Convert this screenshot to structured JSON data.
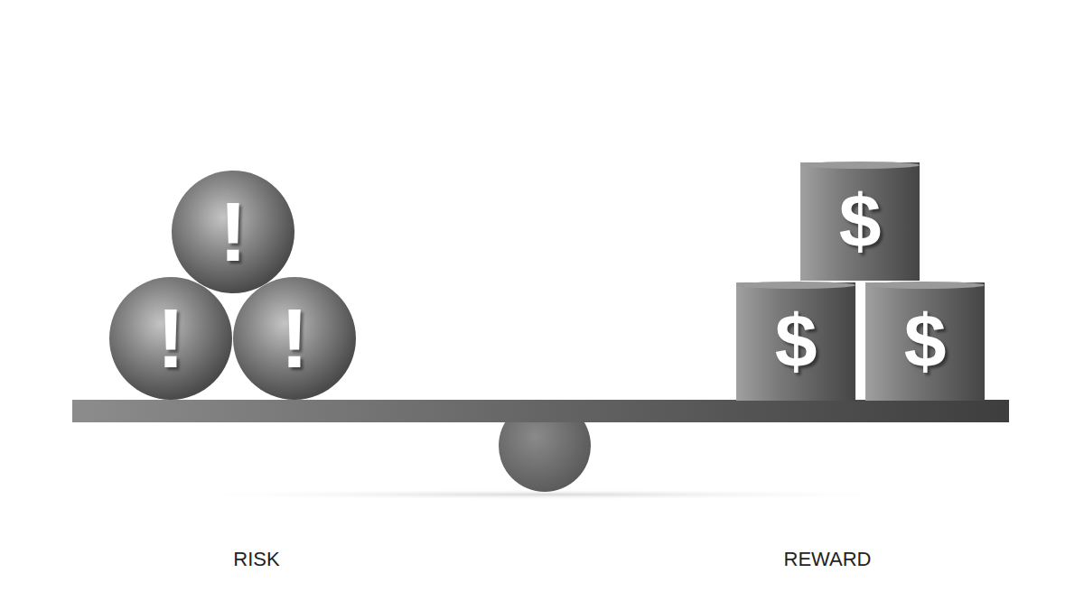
{
  "diagram": {
    "nodes": [
      {
        "text": [
          "!"
        ]
      },
      {
        "text": [
          "!"
        ]
      },
      {
        "text": [
          "!"
        ]
      },
      {
        "text": [
          "$"
        ]
      },
      {
        "text": [
          "$"
        ]
      },
      {
        "text": [
          "$"
        ]
      }
    ],
    "labels": [
      "RISK",
      "REWARD"
    ]
  }
}
